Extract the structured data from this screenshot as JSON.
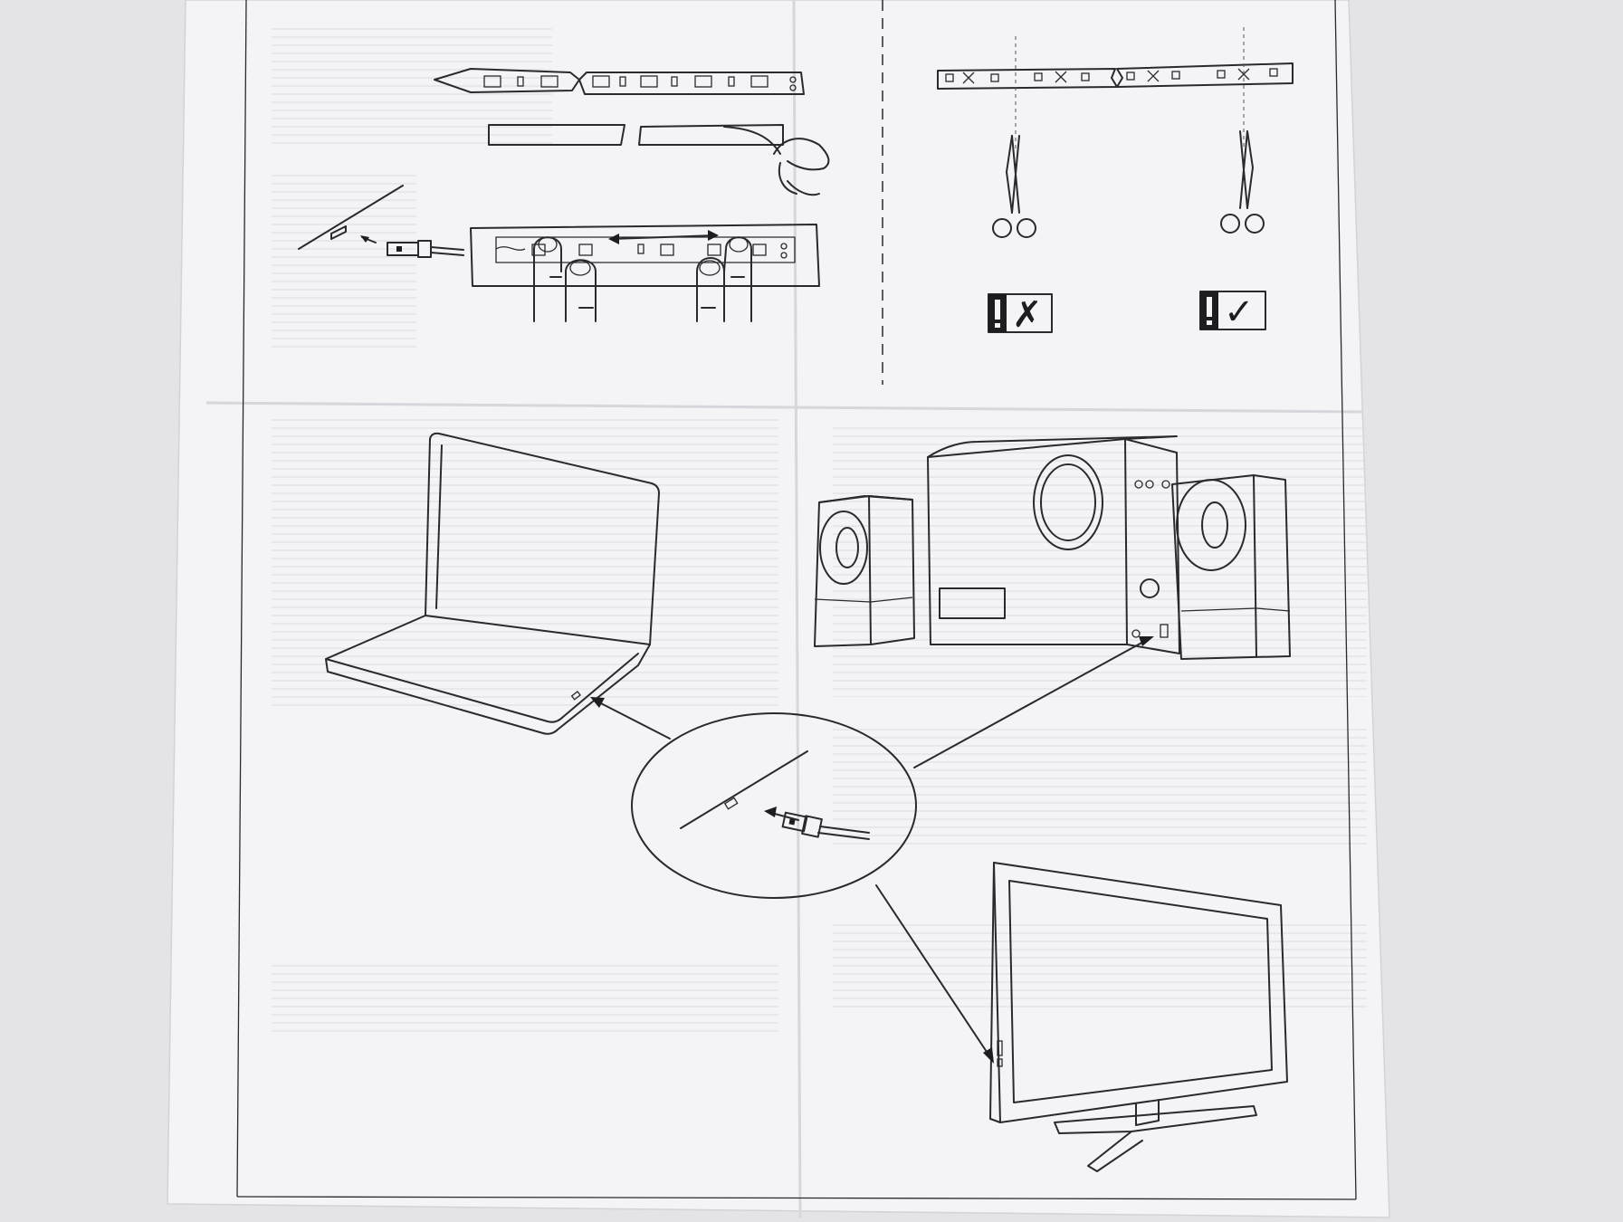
{
  "document": {
    "paper_color": "#f4f4f6",
    "background_color": "#e4e4e6",
    "ink_color": "#2a2a2e"
  },
  "cutting_guide": {
    "wrong_mark": {
      "icon": "warning-cross-icon",
      "glyph": "✗"
    },
    "right_mark": {
      "icon": "warning-check-icon",
      "glyph": "✓"
    }
  },
  "devices": [
    "laptop",
    "speaker-system",
    "monitor"
  ]
}
